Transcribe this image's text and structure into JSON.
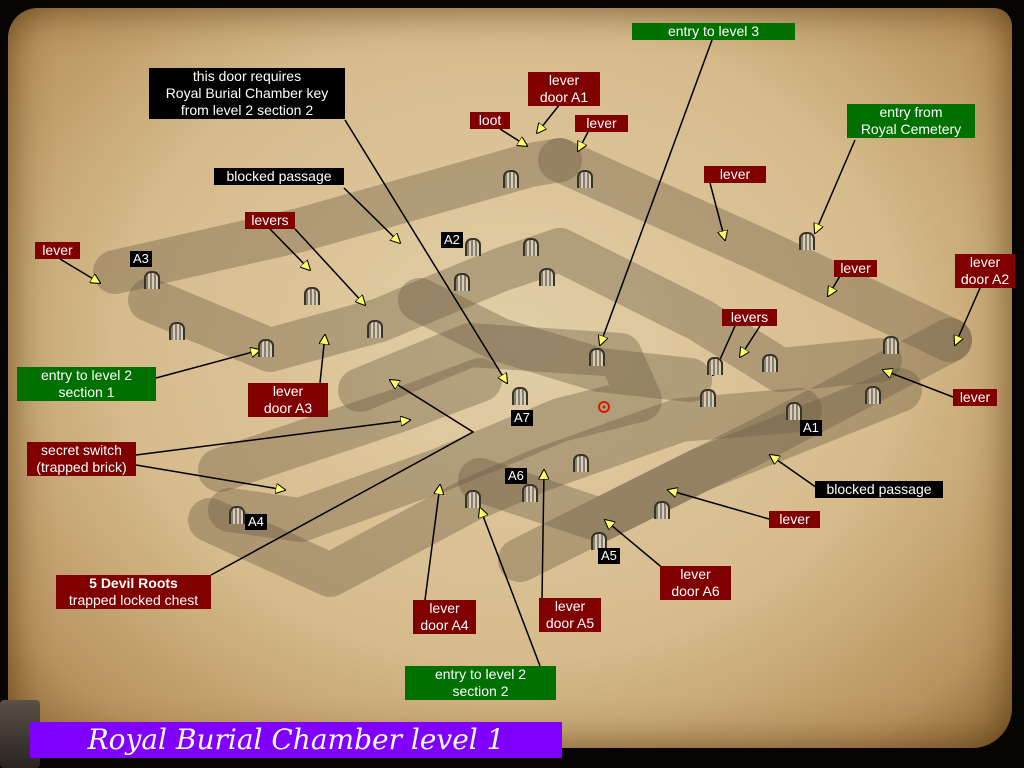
{
  "title": "Royal Burial Chamber level 1",
  "colors": {
    "lever_label": "#800000",
    "entry_label": "#007000",
    "note_label": "#000000",
    "title_bar": "#8000ff",
    "arrow": "#ffff66"
  },
  "labels": [
    {
      "kind": "green",
      "lines": [
        "entry to level 3"
      ]
    },
    {
      "kind": "red",
      "lines": [
        "lever",
        "door A1"
      ]
    },
    {
      "kind": "black",
      "lines": [
        "this door requires",
        "Royal Burial Chamber key",
        "from level 2 section 2"
      ]
    },
    {
      "kind": "red",
      "lines": [
        "loot"
      ]
    },
    {
      "kind": "red",
      "lines": [
        "lever"
      ]
    },
    {
      "kind": "green",
      "lines": [
        "entry from",
        "Royal Cemetery"
      ]
    },
    {
      "kind": "black",
      "lines": [
        "blocked passage"
      ]
    },
    {
      "kind": "red",
      "lines": [
        "lever"
      ]
    },
    {
      "kind": "red",
      "lines": [
        "levers"
      ]
    },
    {
      "kind": "red",
      "lines": [
        "lever"
      ]
    },
    {
      "kind": "red",
      "lines": [
        "lever"
      ]
    },
    {
      "kind": "red",
      "lines": [
        "lever",
        "door A2"
      ]
    },
    {
      "kind": "red",
      "lines": [
        "levers"
      ]
    },
    {
      "kind": "green",
      "lines": [
        "entry to level 2",
        "section 1"
      ]
    },
    {
      "kind": "red",
      "lines": [
        "lever",
        "door A3"
      ]
    },
    {
      "kind": "red",
      "lines": [
        "lever"
      ]
    },
    {
      "kind": "red",
      "lines": [
        "secret switch",
        "(trapped brick)"
      ]
    },
    {
      "kind": "black",
      "lines": [
        "blocked passage"
      ]
    },
    {
      "kind": "red",
      "lines": [
        "lever"
      ]
    },
    {
      "kind": "red",
      "lines": [
        "lever",
        "door A6"
      ]
    },
    {
      "kind": "red",
      "lines": [
        "5 Devil Roots",
        "trapped locked chest"
      ]
    },
    {
      "kind": "red",
      "lines": [
        "lever",
        "door A4"
      ]
    },
    {
      "kind": "red",
      "lines": [
        "lever",
        "door A5"
      ]
    },
    {
      "kind": "green",
      "lines": [
        "entry to level 2",
        "section 2"
      ]
    }
  ],
  "markers": [
    "A3",
    "A2",
    "A7",
    "A1",
    "A6",
    "A4",
    "A5"
  ]
}
